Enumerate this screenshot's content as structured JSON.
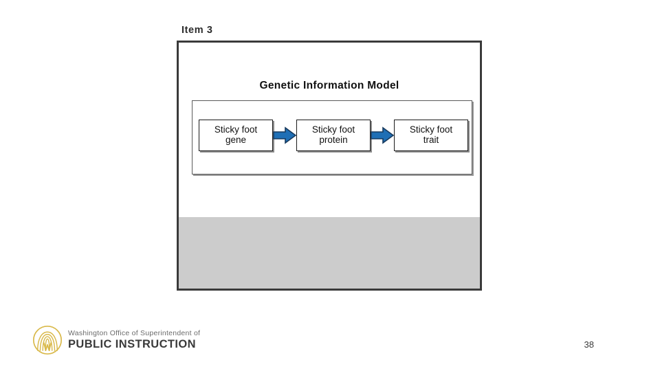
{
  "slide": {
    "item_label": "Item 3",
    "page_number": "38"
  },
  "diagram": {
    "title": "Genetic Information Model",
    "type": "flow",
    "nodes": [
      {
        "line1": "Sticky foot",
        "line2": "gene"
      },
      {
        "line1": "Sticky foot",
        "line2": "protein"
      },
      {
        "line1": "Sticky foot",
        "line2": "trait"
      }
    ],
    "connectors": [
      {
        "icon": "right-block-arrow-icon",
        "from": "Sticky foot gene",
        "to": "Sticky foot protein"
      },
      {
        "icon": "right-block-arrow-icon",
        "from": "Sticky foot protein",
        "to": "Sticky foot trait"
      }
    ],
    "colors": {
      "arrow_fill": "#1f6fb5",
      "arrow_stroke": "#173a5e",
      "box_border": "#1a1a1a",
      "container_border": "#595959",
      "frame_border": "#3a3a3a",
      "gray_band": "#cccccc"
    }
  },
  "footer": {
    "logo_icon": "wa-ospi-seal-icon",
    "logo_line1": "Washington Office of Superintendent of",
    "logo_line2": "PUBLIC INSTRUCTION",
    "logo_color": "#d9b94a"
  }
}
